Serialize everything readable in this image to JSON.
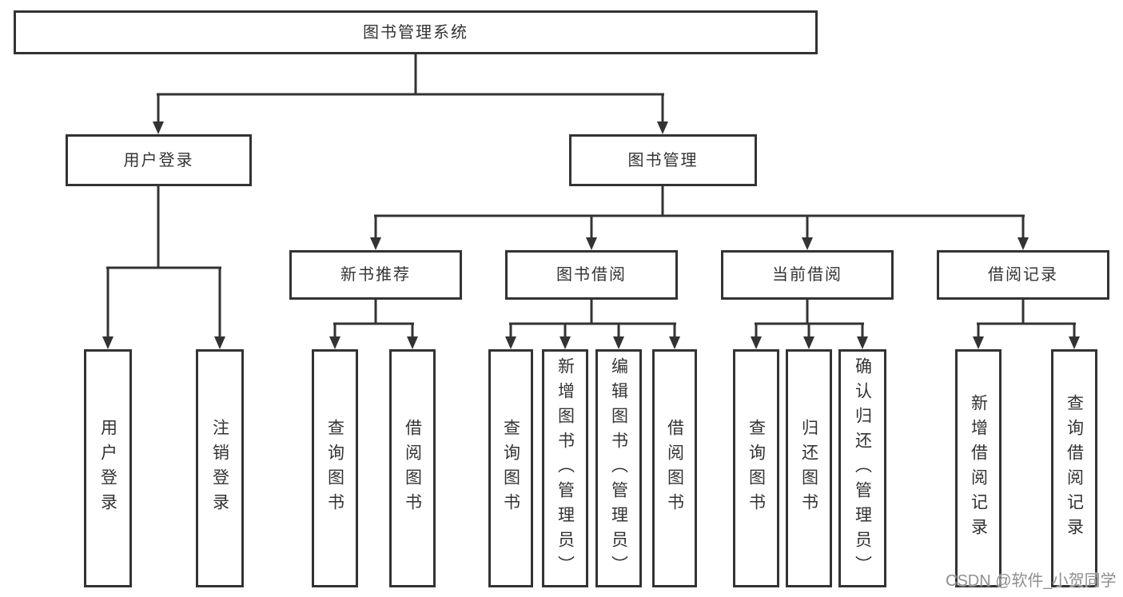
{
  "nodes": {
    "root": "图书管理系统",
    "l1": [
      "用户登录",
      "图书管理"
    ],
    "l2": [
      "新书推荐",
      "图书借阅",
      "当前借阅",
      "借阅记录"
    ],
    "leaves": {
      "user_login": [
        "用户登录",
        "注销登录"
      ],
      "new_book": [
        "查询图书",
        "借阅图书"
      ],
      "book_borrow": [
        "查询图书",
        "新增图书（管理员）",
        "编辑图书（管理员）",
        "借阅图书"
      ],
      "current_borrow": [
        "查询图书",
        "归还图书",
        "确认归还（管理员）"
      ],
      "borrow_record": [
        "新增借阅记录",
        "查询借阅记录"
      ]
    }
  },
  "watermark": "CSDN @软件_小贺同学",
  "colors": {
    "line": "#333333",
    "box-border": "#333333",
    "text": "#333333",
    "background": "#ffffff",
    "watermark": "#8f8f8f"
  }
}
